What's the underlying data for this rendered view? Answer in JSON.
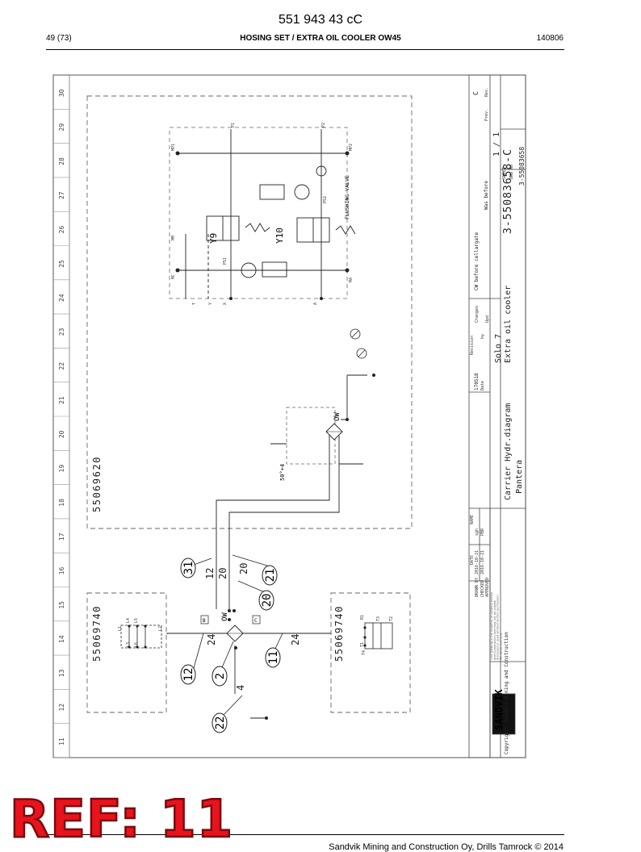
{
  "document_number": "551 943 43 cC",
  "page_indicator": "49 (73)",
  "section_title": "HOSING SET / EXTRA OIL COOLER OW45",
  "revision_date": "140806",
  "footer_text": "Sandvik Mining and Construction Oy, Drills Tamrock © 2014",
  "ref_stamp": "REF: 11",
  "drawing": {
    "grid_numbers": [
      "11",
      "12",
      "13",
      "14",
      "15",
      "16",
      "17",
      "18",
      "19",
      "20",
      "21",
      "22",
      "23",
      "24",
      "25",
      "26",
      "27",
      "28",
      "29",
      "30"
    ],
    "boxes": {
      "upper_assembly": "55069620",
      "left_block": "55069740",
      "right_block": "55069740"
    },
    "valve_labels": {
      "y9": "Y9",
      "y10": "Y10",
      "flushing_valve": "FLUSHING VALVE",
      "cooler_upper": "OW",
      "cooler_lower": "OW",
      "thermo": "50°+4",
      "port_b": "B",
      "port_c": "C"
    },
    "port_labels": [
      "MP1",
      "MP2",
      "MC",
      "MM",
      "MA",
      "PS1",
      "PS2",
      "P1",
      "P2",
      "T",
      "Y",
      "X",
      "A",
      "L1",
      "L2",
      "L3",
      "L4",
      "L5",
      "L6",
      "T1",
      "T2",
      "T3",
      "T4",
      "R1"
    ],
    "hose_sizes": [
      "12",
      "20",
      "20",
      "24",
      "24",
      "4"
    ],
    "balloons": [
      "31",
      "21",
      "20",
      "12",
      "2",
      "11",
      "22"
    ],
    "title_block": {
      "company": "SANDVIK",
      "copyright": "Copyright: Sandvik Mining and Construction",
      "title_1": "Carrier Hydr.diagram",
      "title_2": "Extra oil cooler",
      "product": "Pantera",
      "project": "Solo 7",
      "drawing_number": "3-55083658-C",
      "drawing_number_small": "3-55083658",
      "sheet": "1 / 1",
      "revision": "C",
      "revision_date": "170518",
      "revision_note": "CW before cellargate",
      "replaces": "Was before",
      "drawn_by_label": "DRAWN BY",
      "checked_label": "CHECKED",
      "approved_label": "APPROVED",
      "date_label": "DATE",
      "name_label": "NAME",
      "drawn_date": "2016-10-21",
      "checked_date": "2016-10-21",
      "drawn_name": "sgh",
      "checked_name": "PBR",
      "col_date": "Date",
      "col_revision": "Revision",
      "col_by": "by",
      "col_changes": "Changes",
      "rev_by": "Upd",
      "sheet_label": "SHEET",
      "dwg_no_label": "DWG NO",
      "prev_label": "Prev.",
      "rev_label": "Rev.",
      "disclaimer": "This drawing is the property of Sandvik Mining and Construction and may not be copied, disclosed or used without written permission. All rights reserved."
    }
  }
}
